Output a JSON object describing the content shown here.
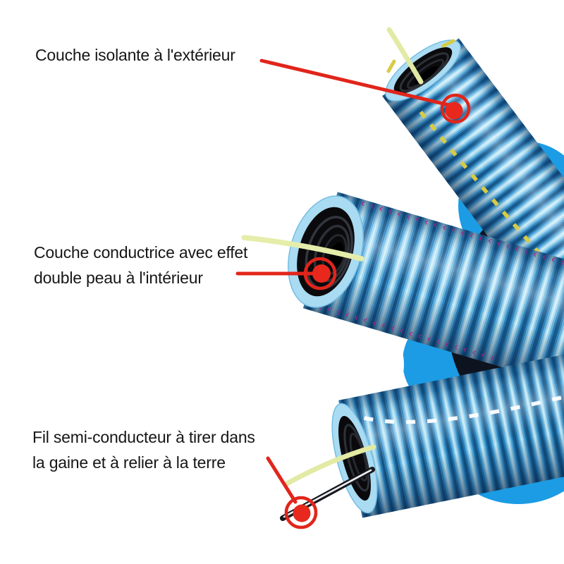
{
  "image": {
    "kind": "annotated product photo",
    "subject": "Gaine ICTA bleue (conduit annelé) avec tire-fil"
  },
  "labels": {
    "outer": {
      "line1": "Couche isolante à l'extérieur"
    },
    "inner": {
      "line1": "Couche conductrice avec effet",
      "line2": "double peau à l'intérieur"
    },
    "wire": {
      "line1": "Fil semi-conducteur à tirer dans",
      "line2": "la gaine et à relier à la terre"
    }
  },
  "colors": {
    "annotation_red": "#E1251B",
    "tube_crest_blue": "#A4DBF2",
    "tube_groove_blue": "#175A90",
    "background_disc_blue": "#1B9CE4",
    "background_navy": "#0D1420",
    "marking_yellow": "#D8CC44",
    "marking_magenta": "#B01E86",
    "marking_white": "#FFFFFF",
    "pull_wire_green": "#E2EAA4",
    "text_color": "#161616"
  }
}
